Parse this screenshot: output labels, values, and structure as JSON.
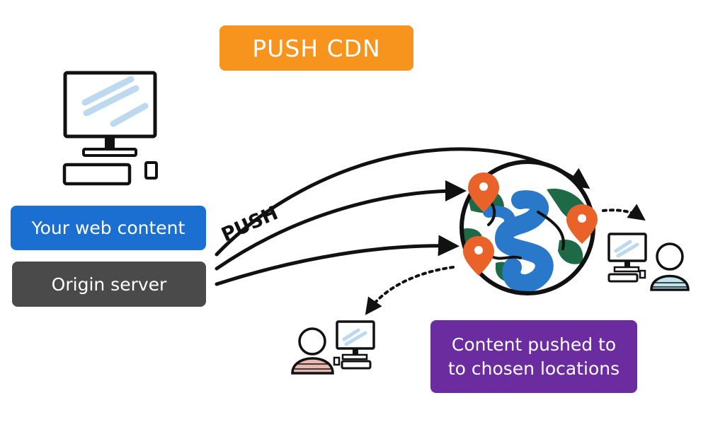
{
  "title": {
    "text": "PUSH CDN"
  },
  "source": {
    "content_label": "Your web content",
    "server_label": "Origin server"
  },
  "arrow_label": "PUSH",
  "note": {
    "line1": "Content pushed to",
    "line2": "to chosen locations"
  },
  "colors": {
    "title_bg": "#f7941d",
    "content_bg": "#1b6fd1",
    "server_bg": "#4a4a4a",
    "note_bg": "#6a2c9e",
    "pin": "#e8622a",
    "water": "#2a78c9",
    "land": "#1e6a47",
    "screen_tint": "#bcd9f0",
    "user_shirt_right": "#bfe4ee",
    "user_shirt_left": "#e8b8b0"
  },
  "icons": [
    "desktop-computer-icon",
    "globe-icon",
    "location-pin-icon",
    "user-icon"
  ]
}
